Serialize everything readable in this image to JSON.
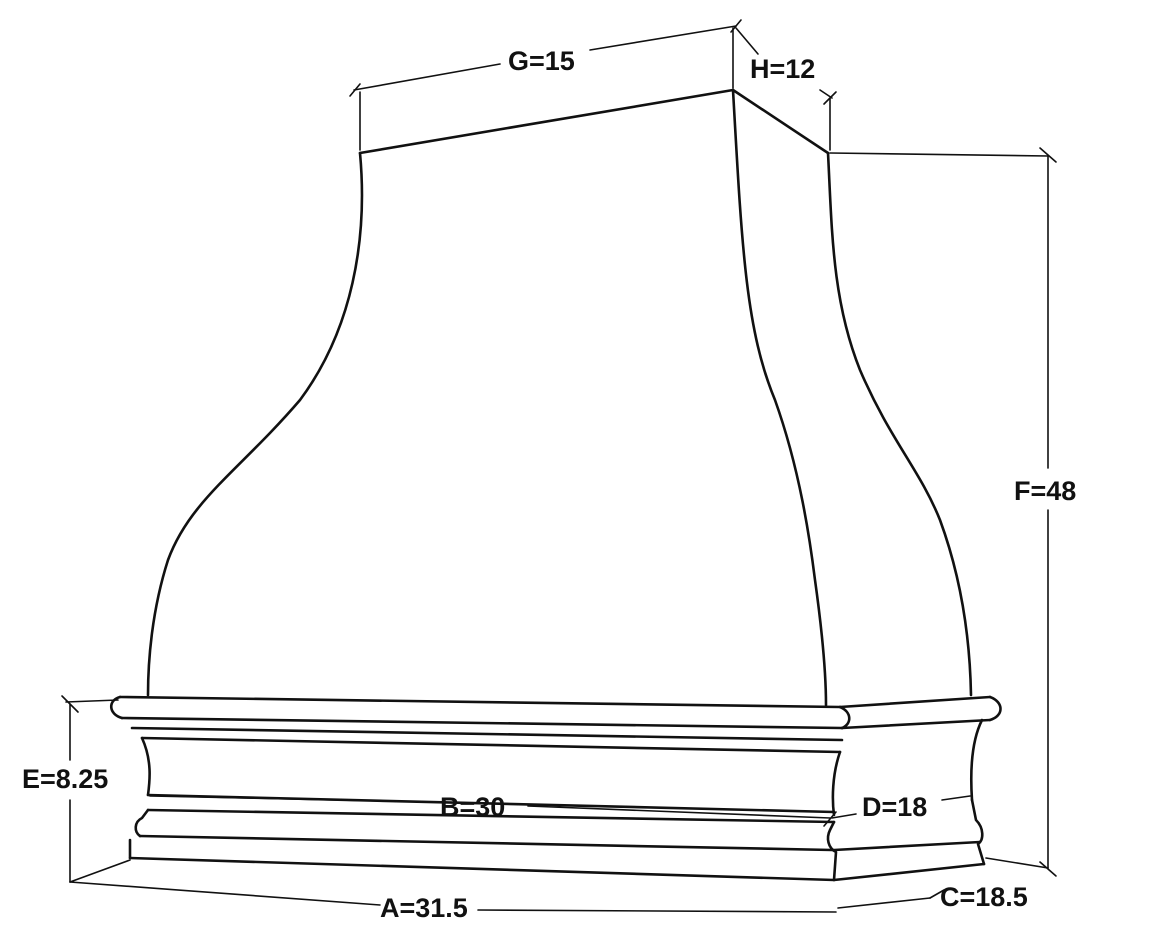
{
  "dimensions": {
    "a": "A=31.5",
    "b": "B=30",
    "c": "C=18.5",
    "d": "D=18",
    "e": "E=8.25",
    "f": "F=48",
    "g": "G=15",
    "h": "H=12"
  },
  "colors": {
    "line": "#111111",
    "background": "#ffffff"
  }
}
